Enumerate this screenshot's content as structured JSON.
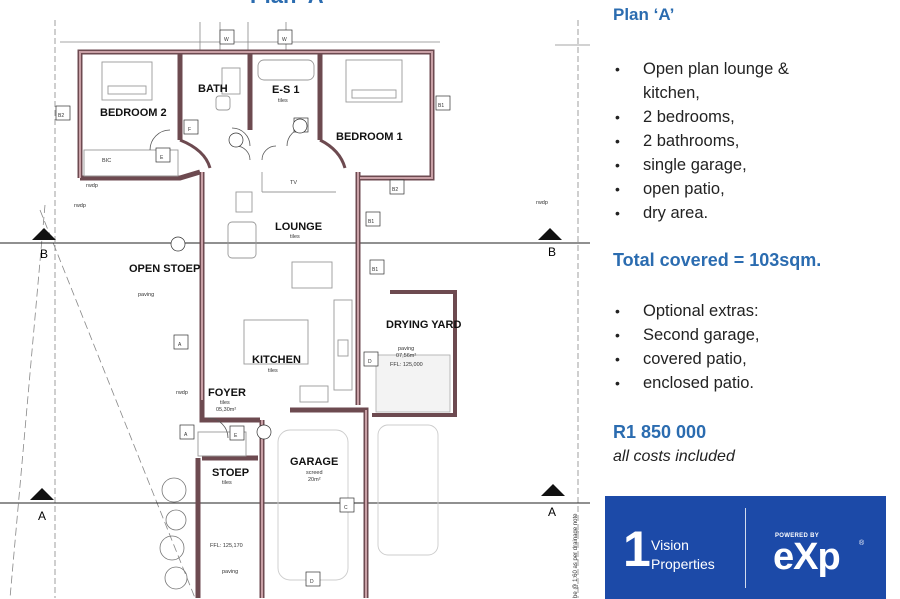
{
  "plan": {
    "title": "Plan 'A'",
    "rooms": {
      "bedroom2": "BEDROOM 2",
      "bath": "BATH",
      "es1": "E-S 1",
      "bedroom1": "BEDROOM 1",
      "lounge": "LOUNGE",
      "open_stoep": "OPEN STOEP",
      "drying_yard": "DRYING YARD",
      "kitchen": "KITCHEN",
      "foyer": "FOYER",
      "stoep": "STOEP",
      "garage": "GARAGE"
    },
    "finishes": {
      "tiles": "tiles",
      "paving": "paving",
      "screed": "screed",
      "lounge_tiles": "tiles",
      "kitchen_tiles": "tiles",
      "foyer_tiles": "tiles",
      "stoep_tiles": "tiles"
    },
    "notes": {
      "bic": "BIC",
      "tv": "TV",
      "foyer_area": "05,30m²",
      "drying_area": "07,56m²",
      "drying_ffl": "FFL: 125,000",
      "garage_area": "20m²",
      "ffl_front": "FFL: 125,170",
      "rwdp": "rwdp",
      "section_a": "A",
      "section_b": "B",
      "scale_note": "be @ 1:60 as per drainage note"
    },
    "tags": {
      "w": "W",
      "d": "D",
      "b1": "B1",
      "b2": "B2",
      "c": "C",
      "e": "E",
      "a": "A",
      "f": "F"
    }
  },
  "info": {
    "heading": "Plan ‘A’",
    "features": [
      "Open plan lounge & kitchen,",
      "2 bedrooms,",
      "2 bathrooms,",
      "single garage,",
      "open patio,",
      "dry area."
    ],
    "total": "Total covered = 103sqm.",
    "extras": [
      "Optional extras:",
      "Second garage,",
      "covered patio,",
      "enclosed patio."
    ],
    "price": "R1 850 000",
    "price_note": "all costs included"
  },
  "brand": {
    "number": "1",
    "name_line1": "Vision",
    "name_line2": "Properties",
    "powered_by": "POWERED BY",
    "exp": "eXp",
    "reg": "®",
    "box_color": "#1c4aa8"
  },
  "colors": {
    "accent": "#2b6cb0",
    "wall_fill": "#b07a82",
    "line": "#333333"
  }
}
